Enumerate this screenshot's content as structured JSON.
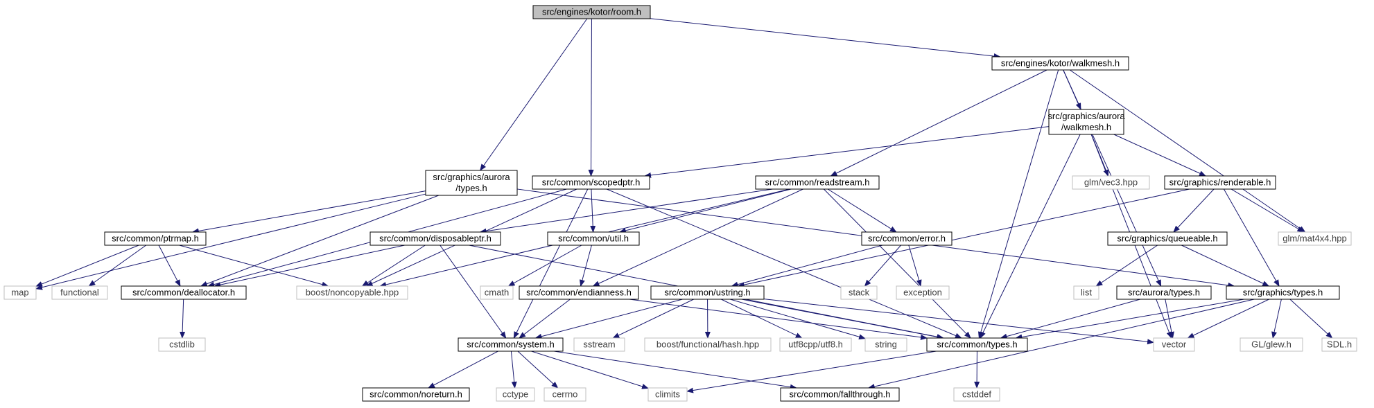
{
  "colors": {
    "edge": "#191970",
    "node_border": "#000000",
    "ext_border": "#bfbfbf",
    "ext_text": "#404040",
    "root_fill": "#bfbfbf",
    "node_fill": "#ffffff"
  },
  "nodes": [
    {
      "id": "room",
      "label": [
        "src/engines/kotor/room.h"
      ],
      "kind": "root"
    },
    {
      "id": "ekwalk",
      "label": [
        "src/engines/kotor/walkmesh.h"
      ],
      "kind": "internal"
    },
    {
      "id": "gawalk",
      "label": [
        "src/graphics/aurora",
        "/walkmesh.h"
      ],
      "kind": "internal"
    },
    {
      "id": "gatypes",
      "label": [
        "src/graphics/aurora",
        "/types.h"
      ],
      "kind": "internal"
    },
    {
      "id": "scopedptr",
      "label": [
        "src/common/scopedptr.h"
      ],
      "kind": "internal"
    },
    {
      "id": "readstream",
      "label": [
        "src/common/readstream.h"
      ],
      "kind": "internal"
    },
    {
      "id": "glmvec3",
      "label": [
        "glm/vec3.hpp"
      ],
      "kind": "external"
    },
    {
      "id": "renderable",
      "label": [
        "src/graphics/renderable.h"
      ],
      "kind": "internal"
    },
    {
      "id": "ptrmap",
      "label": [
        "src/common/ptrmap.h"
      ],
      "kind": "internal"
    },
    {
      "id": "disposableptr",
      "label": [
        "src/common/disposableptr.h"
      ],
      "kind": "internal"
    },
    {
      "id": "util",
      "label": [
        "src/common/util.h"
      ],
      "kind": "internal"
    },
    {
      "id": "error",
      "label": [
        "src/common/error.h"
      ],
      "kind": "internal"
    },
    {
      "id": "queueable",
      "label": [
        "src/graphics/queueable.h"
      ],
      "kind": "internal"
    },
    {
      "id": "glmmat4",
      "label": [
        "glm/mat4x4.hpp"
      ],
      "kind": "external"
    },
    {
      "id": "map",
      "label": [
        "map"
      ],
      "kind": "external"
    },
    {
      "id": "functional",
      "label": [
        "functional"
      ],
      "kind": "external"
    },
    {
      "id": "deallocator",
      "label": [
        "src/common/deallocator.h"
      ],
      "kind": "internal"
    },
    {
      "id": "noncopyable",
      "label": [
        "boost/noncopyable.hpp"
      ],
      "kind": "external"
    },
    {
      "id": "cmath",
      "label": [
        "cmath"
      ],
      "kind": "external"
    },
    {
      "id": "endianness",
      "label": [
        "src/common/endianness.h"
      ],
      "kind": "internal"
    },
    {
      "id": "ustring",
      "label": [
        "src/common/ustring.h"
      ],
      "kind": "internal"
    },
    {
      "id": "stack",
      "label": [
        "stack"
      ],
      "kind": "external"
    },
    {
      "id": "exception",
      "label": [
        "exception"
      ],
      "kind": "external"
    },
    {
      "id": "list",
      "label": [
        "list"
      ],
      "kind": "external"
    },
    {
      "id": "autypes",
      "label": [
        "src/aurora/types.h"
      ],
      "kind": "internal"
    },
    {
      "id": "gtypes",
      "label": [
        "src/graphics/types.h"
      ],
      "kind": "internal"
    },
    {
      "id": "cstdlib",
      "label": [
        "cstdlib"
      ],
      "kind": "external"
    },
    {
      "id": "system",
      "label": [
        "src/common/system.h"
      ],
      "kind": "internal"
    },
    {
      "id": "sstream",
      "label": [
        "sstream"
      ],
      "kind": "external"
    },
    {
      "id": "bfhash",
      "label": [
        "boost/functional/hash.hpp"
      ],
      "kind": "external"
    },
    {
      "id": "utf8",
      "label": [
        "utf8cpp/utf8.h"
      ],
      "kind": "external"
    },
    {
      "id": "string",
      "label": [
        "string"
      ],
      "kind": "external"
    },
    {
      "id": "ctypes",
      "label": [
        "src/common/types.h"
      ],
      "kind": "internal"
    },
    {
      "id": "vector",
      "label": [
        "vector"
      ],
      "kind": "external"
    },
    {
      "id": "glew",
      "label": [
        "GL/glew.h"
      ],
      "kind": "external"
    },
    {
      "id": "sdl",
      "label": [
        "SDL.h"
      ],
      "kind": "external"
    },
    {
      "id": "noreturn",
      "label": [
        "src/common/noreturn.h"
      ],
      "kind": "internal"
    },
    {
      "id": "cctype",
      "label": [
        "cctype"
      ],
      "kind": "external"
    },
    {
      "id": "cerrno",
      "label": [
        "cerrno"
      ],
      "kind": "external"
    },
    {
      "id": "climits",
      "label": [
        "climits"
      ],
      "kind": "external"
    },
    {
      "id": "fallthrough",
      "label": [
        "src/common/fallthrough.h"
      ],
      "kind": "internal"
    },
    {
      "id": "cstddef",
      "label": [
        "cstddef"
      ],
      "kind": "external"
    }
  ],
  "edges": [
    [
      "room",
      "ekwalk"
    ],
    [
      "room",
      "gatypes"
    ],
    [
      "room",
      "scopedptr"
    ],
    [
      "ekwalk",
      "readstream"
    ],
    [
      "ekwalk",
      "gawalk"
    ],
    [
      "ekwalk",
      "ctypes"
    ],
    [
      "ekwalk",
      "glmmat4"
    ],
    [
      "ekwalk",
      "autypes"
    ],
    [
      "gawalk",
      "scopedptr"
    ],
    [
      "gawalk",
      "glmvec3"
    ],
    [
      "gawalk",
      "renderable"
    ],
    [
      "gawalk",
      "ctypes"
    ],
    [
      "gawalk",
      "vector"
    ],
    [
      "gatypes",
      "map"
    ],
    [
      "gatypes",
      "ptrmap"
    ],
    [
      "gatypes",
      "deallocator"
    ],
    [
      "gatypes",
      "gtypes"
    ],
    [
      "scopedptr",
      "util"
    ],
    [
      "scopedptr",
      "noncopyable"
    ],
    [
      "scopedptr",
      "system"
    ],
    [
      "scopedptr",
      "deallocator"
    ],
    [
      "scopedptr",
      "ctypes"
    ],
    [
      "readstream",
      "disposableptr"
    ],
    [
      "readstream",
      "util"
    ],
    [
      "readstream",
      "error"
    ],
    [
      "readstream",
      "endianness"
    ],
    [
      "readstream",
      "ctypes"
    ],
    [
      "readstream",
      "noncopyable"
    ],
    [
      "renderable",
      "queueable"
    ],
    [
      "renderable",
      "gtypes"
    ],
    [
      "renderable",
      "glmmat4"
    ],
    [
      "renderable",
      "ustring"
    ],
    [
      "ptrmap",
      "map"
    ],
    [
      "ptrmap",
      "functional"
    ],
    [
      "ptrmap",
      "deallocator"
    ],
    [
      "ptrmap",
      "noncopyable"
    ],
    [
      "disposableptr",
      "deallocator"
    ],
    [
      "disposableptr",
      "noncopyable"
    ],
    [
      "disposableptr",
      "system"
    ],
    [
      "disposableptr",
      "ctypes"
    ],
    [
      "util",
      "cmath"
    ],
    [
      "util",
      "endianness"
    ],
    [
      "error",
      "stack"
    ],
    [
      "error",
      "exception"
    ],
    [
      "error",
      "ustring"
    ],
    [
      "queueable",
      "list"
    ],
    [
      "queueable",
      "gtypes"
    ],
    [
      "endianness",
      "system"
    ],
    [
      "endianness",
      "ctypes"
    ],
    [
      "ustring",
      "system"
    ],
    [
      "ustring",
      "sstream"
    ],
    [
      "ustring",
      "bfhash"
    ],
    [
      "ustring",
      "utf8"
    ],
    [
      "ustring",
      "string"
    ],
    [
      "ustring",
      "ctypes"
    ],
    [
      "ustring",
      "vector"
    ],
    [
      "autypes",
      "ctypes"
    ],
    [
      "autypes",
      "vector"
    ],
    [
      "gtypes",
      "ctypes"
    ],
    [
      "gtypes",
      "vector"
    ],
    [
      "gtypes",
      "glew"
    ],
    [
      "gtypes",
      "sdl"
    ],
    [
      "gtypes",
      "fallthrough"
    ],
    [
      "deallocator",
      "cstdlib"
    ],
    [
      "system",
      "noreturn"
    ],
    [
      "system",
      "cctype"
    ],
    [
      "system",
      "cerrno"
    ],
    [
      "system",
      "climits"
    ],
    [
      "system",
      "fallthrough"
    ],
    [
      "ctypes",
      "climits"
    ],
    [
      "ctypes",
      "cstddef"
    ]
  ]
}
